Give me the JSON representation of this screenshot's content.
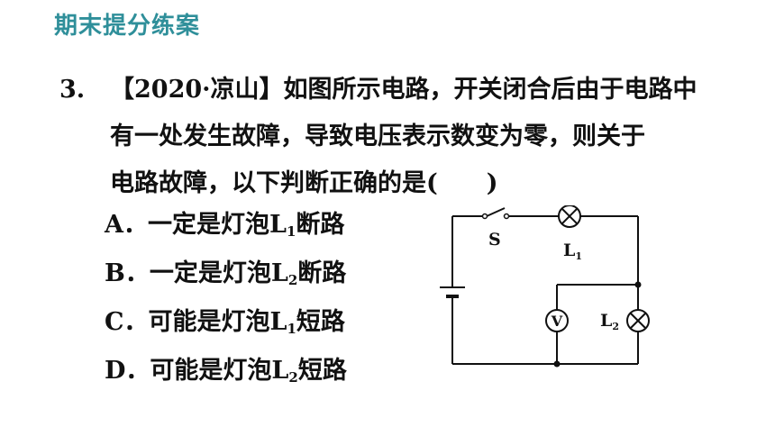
{
  "header": {
    "title": "期末提分练案"
  },
  "question": {
    "number": "3.",
    "line1": "【2020·凉山】如图所示电路，开关闭合后由于电路中",
    "line2": "有一处发生故障，导致电压表示数变为零，则关于",
    "line3": "电路故障，以下判断正确的是(　　)"
  },
  "options": [
    {
      "letter": "A．",
      "pre": "一定是灯泡L",
      "sub": "1",
      "post": "断路"
    },
    {
      "letter": "B．",
      "pre": "一定是灯泡L",
      "sub": "2",
      "post": "断路"
    },
    {
      "letter": "C．",
      "pre": "可能是灯泡L",
      "sub": "1",
      "post": "短路"
    },
    {
      "letter": "D．",
      "pre": "可能是灯泡L",
      "sub": "2",
      "post": "短路"
    }
  ],
  "circuit": {
    "switch_label": "S",
    "lamp1_label": "L",
    "lamp1_sub": "1",
    "lamp2_label": "L",
    "lamp2_sub": "2",
    "voltmeter_label": "V"
  }
}
